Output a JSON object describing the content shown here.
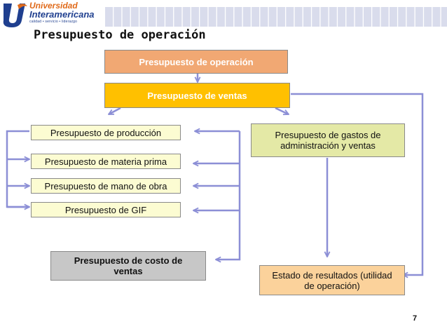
{
  "logo": {
    "line1": "Universidad",
    "line2": "Interamericana",
    "tagline": "calidad • servicio • liderazgo"
  },
  "header": {
    "title": "Presupuesto de operación"
  },
  "boxes": {
    "operacion": "Presupuesto de operación",
    "ventas": "Presupuesto de ventas",
    "produccion": "Presupuesto de producción",
    "materia_prima": "Presupuesto de materia prima",
    "mano_obra": "Presupuesto de mano de obra",
    "gif": "Presupuesto de GIF",
    "costo_ventas_1": "Presupuesto de costo de",
    "costo_ventas_2": "ventas",
    "gastos_1": "Presupuesto de gastos de",
    "gastos_2": "administración y ventas",
    "estado_1": "Estado de resultados (utilidad",
    "estado_2": "de operación)"
  },
  "colors": {
    "operacion_fill": "#f1a873",
    "ventas_fill": "#ffc000",
    "produccion_fill": "#fcfcd2",
    "gastos_fill": "#e4e9a6",
    "costo_fill": "#c7c7c7",
    "estado_fill": "#fbd29b",
    "connector": "#8c8fd6",
    "header_stripe": "#d9dcec",
    "logo_blue": "#1f3f8f",
    "logo_orange": "#e06a1a"
  },
  "footer": {
    "page_number": "7"
  }
}
